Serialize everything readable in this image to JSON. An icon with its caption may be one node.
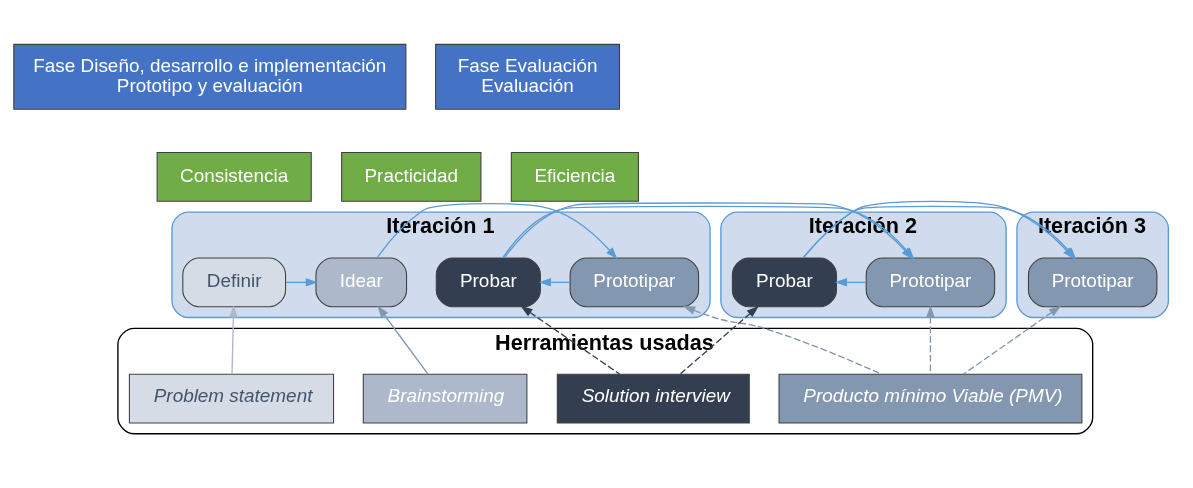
{
  "diagram": {
    "nodes": [
      {
        "text": [
          "Fase Diseño, desarrollo e implementación",
          "Prototipo y evaluación"
        ]
      },
      {
        "text": [
          "Fase Evaluación",
          "Evaluación"
        ]
      },
      {
        "text": [
          "Consistencia"
        ]
      },
      {
        "text": [
          "Practicidad"
        ]
      },
      {
        "text": [
          "Eficiencia"
        ]
      },
      {
        "text": [
          "Iteración 1"
        ]
      },
      {
        "text": [
          "Definir"
        ],
        "in": 5
      },
      {
        "text": [
          "Idear"
        ],
        "in": 5
      },
      {
        "text": [
          "Prototipar"
        ],
        "in": 5
      },
      {
        "text": [
          "Probar"
        ],
        "in": 5
      },
      {
        "text": [
          "Iteración 2"
        ]
      },
      {
        "text": [
          "Prototipar"
        ],
        "in": 10
      },
      {
        "text": [
          "Probar"
        ],
        "in": 10
      },
      {
        "text": [
          "Iteración 3"
        ]
      },
      {
        "text": [
          "Prototipar"
        ],
        "in": 13
      },
      {
        "text": [
          "Herramientas usadas"
        ]
      },
      {
        "text": [
          "Problem statement"
        ],
        "in": 15
      },
      {
        "text": [
          "Brainstorming"
        ],
        "in": 15
      },
      {
        "text": [
          "Producto mínimo Viable (PMV)"
        ],
        "in": 15
      },
      {
        "text": [
          "Solution interview"
        ],
        "in": 15
      }
    ],
    "edges": [
      {
        "from": 6,
        "to": 7,
        "arrow": "to"
      },
      {
        "from": 7,
        "to": 8,
        "arrow": "to"
      },
      {
        "from": 8,
        "to": 9,
        "arrow": "to"
      },
      {
        "from": 9,
        "to": 11,
        "arrow": "to"
      },
      {
        "from": 11,
        "to": 12,
        "arrow": "to"
      },
      {
        "from": 12,
        "to": 14,
        "arrow": "to"
      },
      {
        "from": 16,
        "to": 6,
        "arrow": "to",
        "color": "#adb9ca"
      },
      {
        "from": 17,
        "to": 7,
        "arrow": "to",
        "color": "#8497b0"
      },
      {
        "from": 18,
        "to": 8,
        "arrow": "to",
        "style": "dashed",
        "color": "#8497b0"
      },
      {
        "from": 18,
        "to": 11,
        "arrow": "to",
        "style": "dashed",
        "color": "#8497b0"
      },
      {
        "from": 18,
        "to": 14,
        "arrow": "to",
        "style": "dashed",
        "color": "#8497b0"
      },
      {
        "from": 19,
        "to": 9,
        "arrow": "to",
        "style": "dashed",
        "color": "#333f50"
      },
      {
        "from": 19,
        "to": 12,
        "arrow": "to",
        "style": "dashed",
        "color": "#333f50"
      }
    ]
  }
}
